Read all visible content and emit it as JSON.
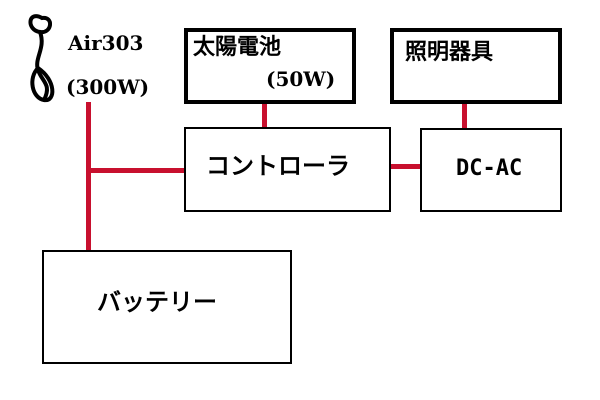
{
  "colors": {
    "wire": "#c8102e",
    "box_border": "#000000",
    "text": "#000000",
    "background": "#ffffff"
  },
  "wind_turbine": {
    "name": "Air303",
    "power": "(300W)",
    "icon": "wind-turbine-icon"
  },
  "solar": {
    "name": "太陽電池",
    "power": "(50W)"
  },
  "lighting": {
    "name": "照明器具"
  },
  "controller": {
    "name": "コントローラ"
  },
  "inverter": {
    "name": "DC-AC"
  },
  "battery": {
    "name": "バッテリー"
  }
}
